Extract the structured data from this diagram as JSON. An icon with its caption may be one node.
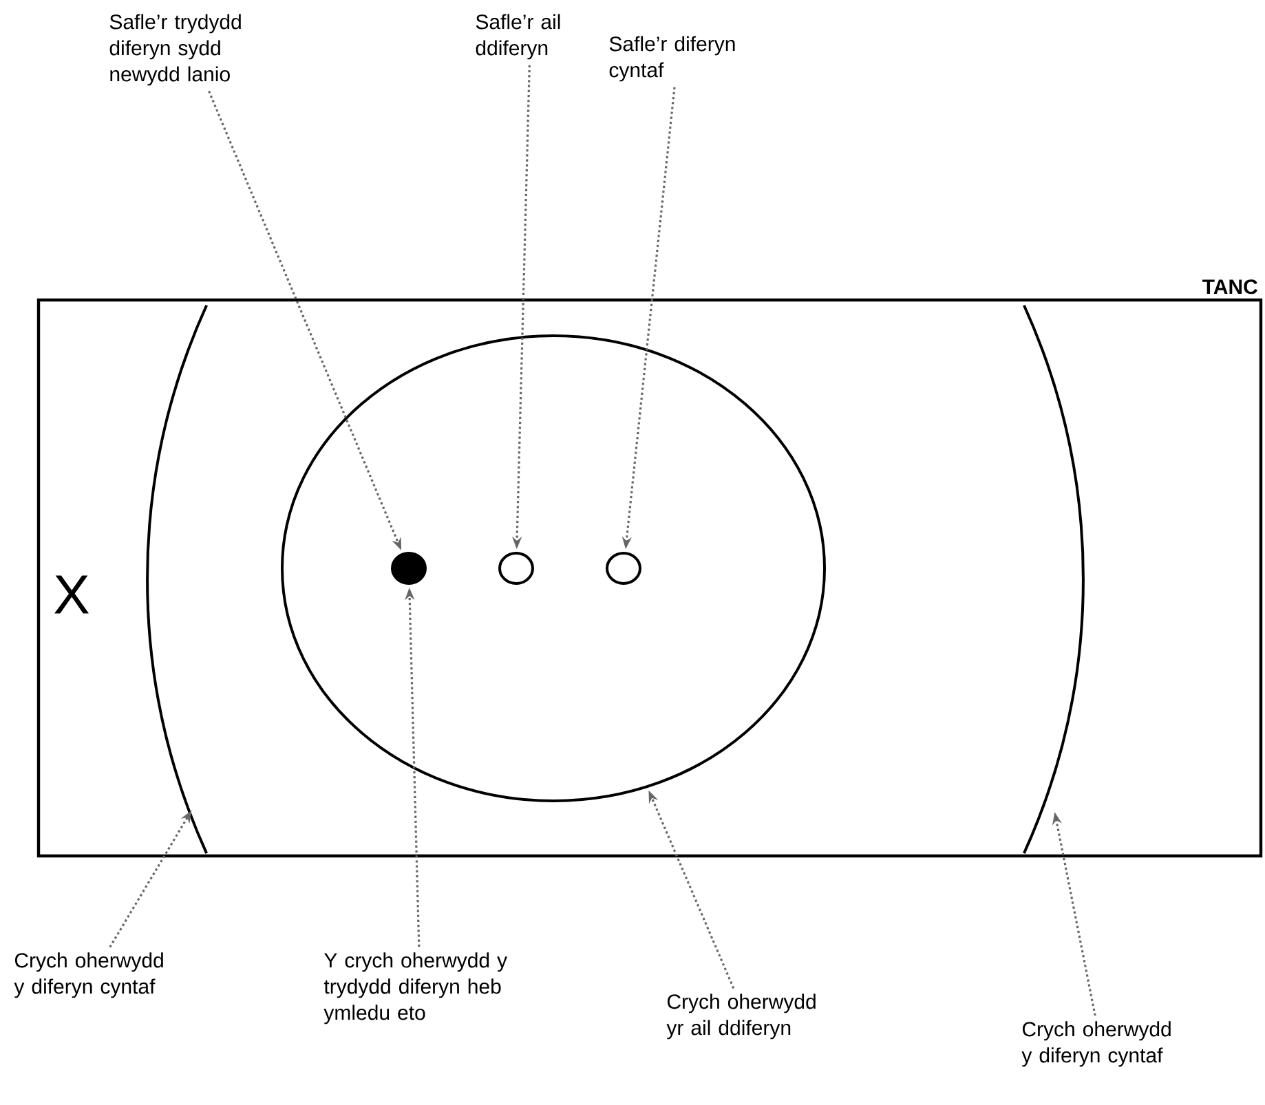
{
  "diagram": {
    "nodes": [
      {
        "text": [
          "TANC"
        ]
      },
      {
        "text": [],
        "shape": "arc",
        "in": 0
      },
      {
        "text": [],
        "shape": "circle",
        "in": 0
      },
      {
        "text": [],
        "shape": "dot",
        "in": 2
      },
      {
        "text": [],
        "shape": "circle",
        "in": 2
      },
      {
        "text": [],
        "shape": "circle",
        "in": 2
      },
      {
        "text": [],
        "shape": "arc",
        "in": 0
      },
      {
        "text": [
          "Safle’r trydydd diferyn sydd newydd lanio"
        ]
      },
      {
        "text": [
          "Safle’r ail ddiferyn"
        ]
      },
      {
        "text": [
          "Safle’r diferyn cyntaf"
        ]
      },
      {
        "text": [
          "Crych oherwydd y diferyn cyntaf"
        ]
      },
      {
        "text": [
          "Y crych oherwydd y trydydd diferyn heb ymledu eto"
        ]
      },
      {
        "text": [
          "Crych oherwydd yr ail ddiferyn"
        ]
      },
      {
        "text": [
          "Crych oherwydd y diferyn cyntaf"
        ]
      }
    ],
    "edges": [
      {
        "from": 7,
        "to": 3,
        "arrow": "to"
      },
      {
        "from": 8,
        "to": 4,
        "arrow": "to"
      },
      {
        "from": 9,
        "to": 5,
        "arrow": "to"
      },
      {
        "from": 10,
        "to": 1,
        "arrow": "to"
      },
      {
        "from": 11,
        "to": 3,
        "arrow": "to"
      },
      {
        "from": 12,
        "to": 2,
        "arrow": "to"
      },
      {
        "from": 13,
        "to": 6,
        "arrow": "to"
      }
    ],
    "labels": [
      "X"
    ]
  }
}
